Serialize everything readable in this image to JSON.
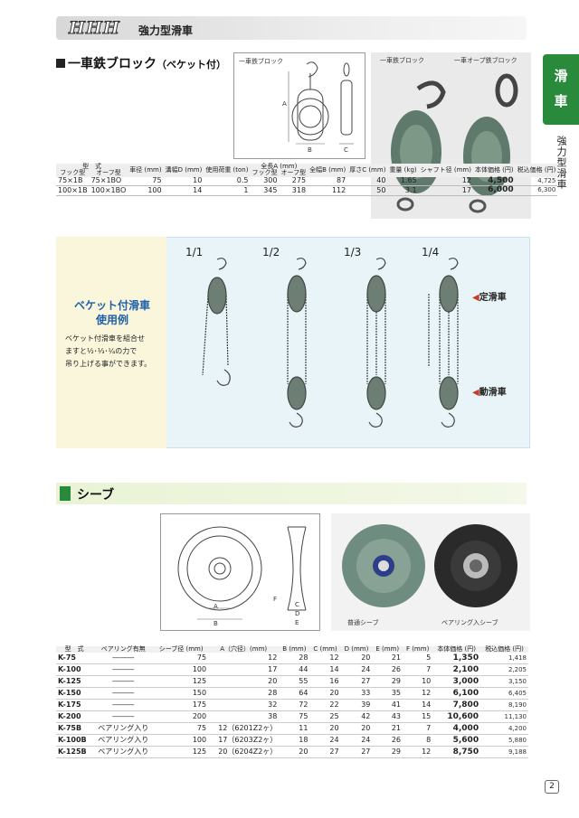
{
  "header": {
    "brand": "HHH",
    "subtitle": "強力型滑車"
  },
  "side": {
    "tab_line1": "滑",
    "tab_line2": "車",
    "vertical": "強力型滑車"
  },
  "block": {
    "title": "一車鉄ブロック",
    "title_sub": "（ベケット付）",
    "diagram_label": "一車鉄ブロック",
    "diagram_dims": [
      "A",
      "B",
      "C"
    ],
    "photo_labels": [
      "一車鉄ブロック",
      "一車オープ鉄ブロック"
    ],
    "table": {
      "headers": [
        "型　式",
        "車径 (mm)",
        "溝幅D (mm)",
        "使用荷重 (ton)",
        "全長A (mm)",
        "全幅B (mm)",
        "厚さC (mm)",
        "重量 (kg)",
        "シャフト径 (mm)",
        "本体価格 (円)",
        "税込価格 (円)"
      ],
      "subheaders": [
        "フック型",
        "オーフ型",
        "フック型",
        "オーフ型"
      ],
      "rows": [
        {
          "hook": "75×1B",
          "of": "75×1BO",
          "dia": "75",
          "groove": "10",
          "load": "0.5",
          "len_hook": "300",
          "len_of": "275",
          "width": "87",
          "thick": "40",
          "weight": "1.65",
          "shaft": "12",
          "price": "4,500",
          "tax": "4,725"
        },
        {
          "hook": "100×1B",
          "of": "100×1BO",
          "dia": "100",
          "groove": "14",
          "load": "1",
          "len_hook": "345",
          "len_of": "318",
          "width": "112",
          "thick": "50",
          "weight": "3.1",
          "shaft": "17",
          "price": "6,000",
          "tax": "6,300"
        }
      ]
    }
  },
  "usage": {
    "title_line1": "ベケット付滑車",
    "title_line2": "使用例",
    "desc_line1": "ベケット付滑車を組合せ",
    "desc_line2": "ますと½･⅓･¼の力で",
    "desc_line3": "吊り上げる事ができます。",
    "ratios": [
      "1/1",
      "1/2",
      "1/3",
      "1/4"
    ],
    "fixed_label": "定滑車",
    "moving_label": "動滑車"
  },
  "sheave": {
    "title": "シーブ",
    "diagram_dims": [
      "A",
      "B",
      "C",
      "D",
      "E",
      "F"
    ],
    "photo_labels": [
      "普通シーブ",
      "ベアリング入シーブ"
    ],
    "table": {
      "headers": [
        "型　式",
        "ベアリング有無",
        "シーブ径 (mm)",
        "A（穴径）(mm)",
        "B (mm)",
        "C (mm)",
        "D (mm)",
        "E (mm)",
        "F (mm)",
        "本体価格 (円)",
        "税込価格 (円)"
      ],
      "rows": [
        {
          "model": "K-75",
          "bearing": "―――",
          "dia": "75",
          "a": "12",
          "b": "28",
          "c": "12",
          "d": "20",
          "e": "21",
          "f": "5",
          "price": "1,350",
          "tax": "1,418"
        },
        {
          "model": "K-100",
          "bearing": "―――",
          "dia": "100",
          "a": "17",
          "b": "44",
          "c": "14",
          "d": "24",
          "e": "26",
          "f": "7",
          "price": "2,100",
          "tax": "2,205"
        },
        {
          "model": "K-125",
          "bearing": "―――",
          "dia": "125",
          "a": "20",
          "b": "55",
          "c": "16",
          "d": "27",
          "e": "29",
          "f": "10",
          "price": "3,000",
          "tax": "3,150"
        },
        {
          "model": "K-150",
          "bearing": "―――",
          "dia": "150",
          "a": "28",
          "b": "64",
          "c": "20",
          "d": "33",
          "e": "35",
          "f": "12",
          "price": "6,100",
          "tax": "6,405"
        },
        {
          "model": "K-175",
          "bearing": "―――",
          "dia": "175",
          "a": "32",
          "b": "72",
          "c": "22",
          "d": "39",
          "e": "41",
          "f": "14",
          "price": "7,800",
          "tax": "8,190"
        },
        {
          "model": "K-200",
          "bearing": "―――",
          "dia": "200",
          "a": "38",
          "b": "75",
          "c": "25",
          "d": "42",
          "e": "43",
          "f": "15",
          "price": "10,600",
          "tax": "11,130"
        },
        {
          "model": "K-75B",
          "bearing": "ベアリング入り",
          "dia": "75",
          "a": "12（6201Z2ヶ）",
          "b": "11",
          "c": "20",
          "d": "20",
          "e": "21",
          "f": "7",
          "price": "4,000",
          "tax": "4,200"
        },
        {
          "model": "K-100B",
          "bearing": "ベアリング入り",
          "dia": "100",
          "a": "17（6203Z2ヶ）",
          "b": "18",
          "c": "24",
          "d": "24",
          "e": "26",
          "f": "8",
          "price": "5,600",
          "tax": "5,880"
        },
        {
          "model": "K-125B",
          "bearing": "ベアリング入り",
          "dia": "125",
          "a": "20（6204Z2ヶ）",
          "b": "20",
          "c": "27",
          "d": "27",
          "e": "29",
          "f": "12",
          "price": "8,750",
          "tax": "9,188"
        }
      ]
    }
  },
  "page_number": "2",
  "colors": {
    "accent_green": "#2a8a3c",
    "usage_blue": "#1f5fa8",
    "block_gray": "#5f7a6c"
  }
}
